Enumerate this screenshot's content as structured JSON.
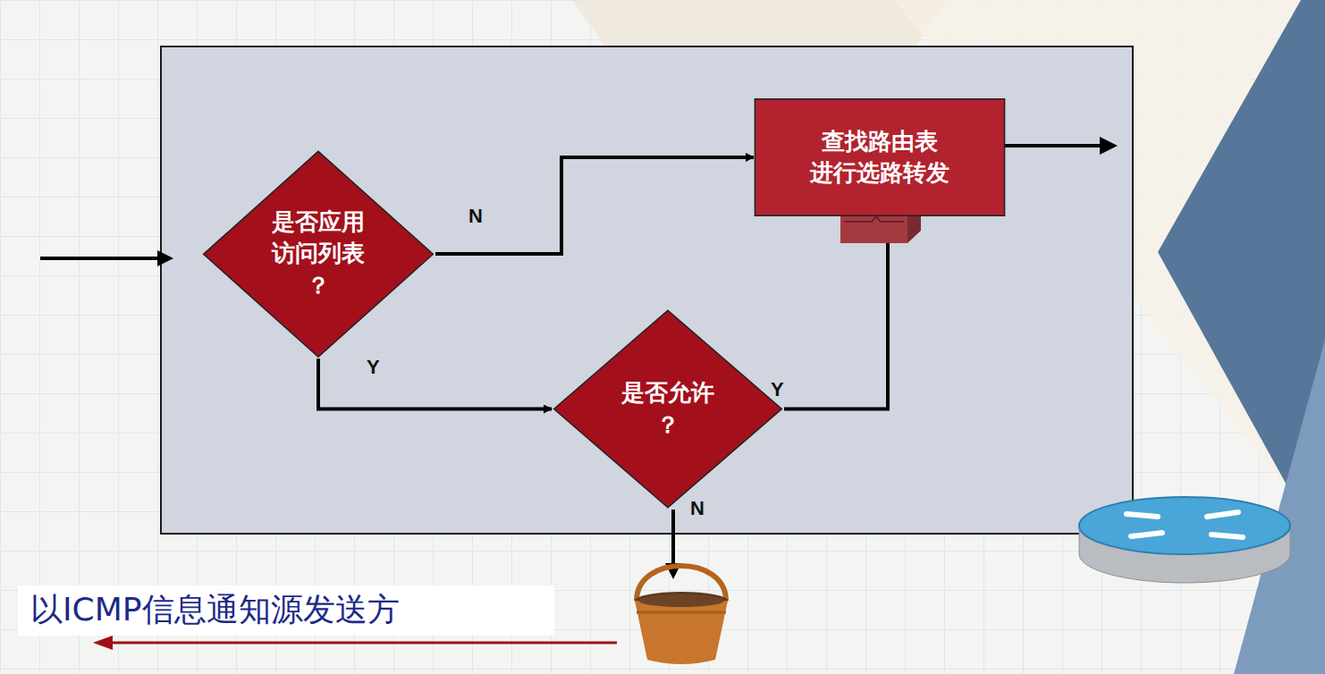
{
  "diagram": {
    "nodes": [
      {
        "text": [
          "是否应用 访问列表 ？"
        ]
      },
      {
        "text": [
          "查找路由表 进行选路转发"
        ]
      },
      {
        "text": [
          "是否允许 ？"
        ]
      }
    ],
    "edges": [
      {
        "from": 0,
        "to": 1,
        "arrow": "to",
        "label": "N"
      },
      {
        "from": 0,
        "to": 2,
        "arrow": "to",
        "label": "Y"
      },
      {
        "from": 2,
        "to": 1,
        "arrow": "none",
        "label": "Y"
      }
    ],
    "labels": [
      "N",
      "以ICMP信息通知源发送方"
    ]
  }
}
